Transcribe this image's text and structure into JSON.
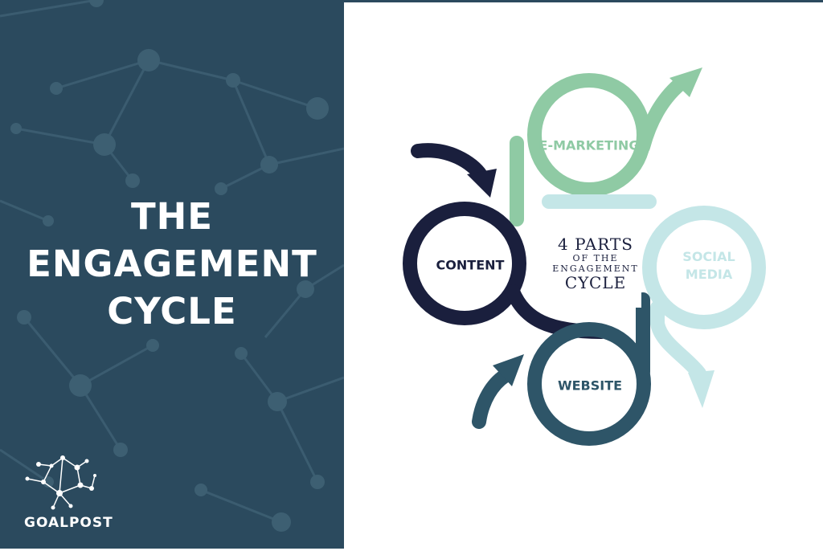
{
  "headline": {
    "line1": "THE",
    "line2": "ENGAGEMENT",
    "line3": "CYCLE"
  },
  "logo": {
    "text": "GOALPOST",
    "icon": "network-logo-icon"
  },
  "diagram": {
    "center_title": {
      "line1": "4 PARTS",
      "line2": "OF THE",
      "line3": "ENGAGEMENT",
      "line4": "CYCLE"
    },
    "nodes": {
      "content": "CONTENT",
      "emarketing": "E-MARKETING",
      "social_line1": "SOCIAL",
      "social_line2": "MEDIA",
      "website": "WEBSITE"
    }
  },
  "colors": {
    "panel_bg": "#2b4a5e",
    "content": "#1a1f3d",
    "emarketing": "#8fcaa4",
    "social": "#c4e6e7",
    "website": "#2e5568"
  }
}
